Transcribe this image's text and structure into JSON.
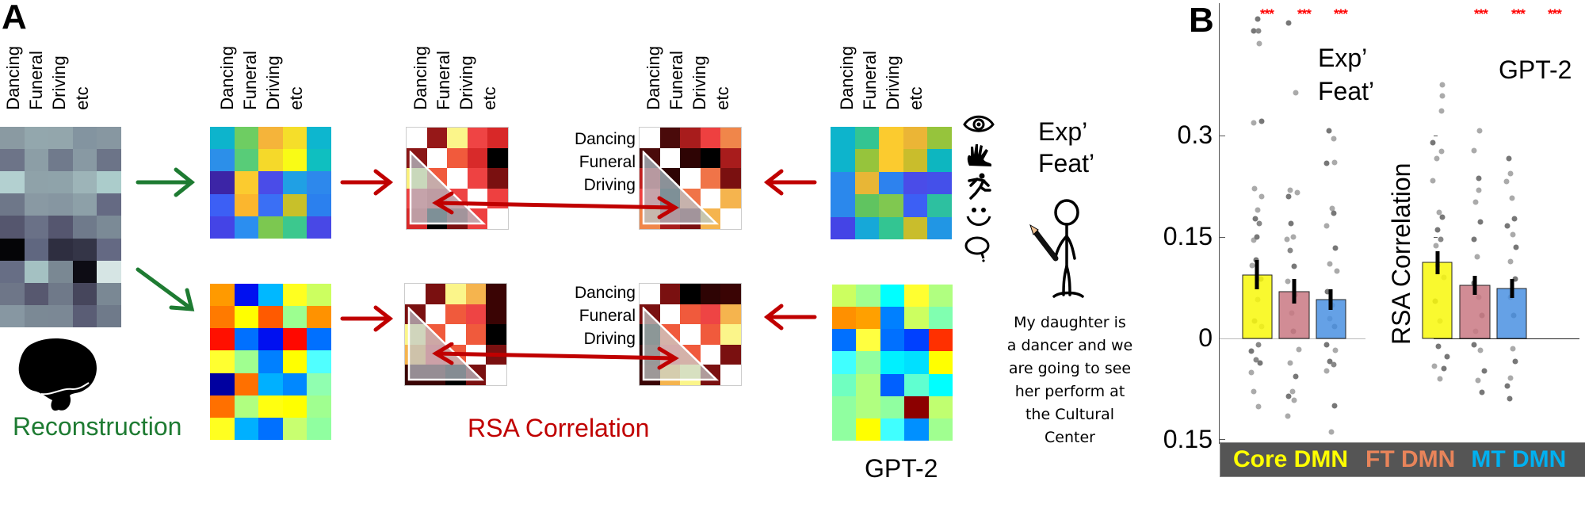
{
  "panel_a": {
    "letter": "A",
    "condition_labels": [
      "Dancing",
      "Funeral",
      "Driving",
      "etc"
    ],
    "row_labels": [
      "Dancing",
      "Funeral",
      "Driving"
    ],
    "reconstruction_label": "Reconstruction",
    "rsa_label": "RSA Correlation",
    "expfeat_label_line1": "Exp’",
    "expfeat_label_line2": "Feat’",
    "gpt2_label": "GPT-2",
    "sentence": [
      "My daughter is",
      "a dancer and we",
      "are going to see",
      "her perform at",
      "the Cultural",
      "Center"
    ],
    "icons": [
      "eye-icon",
      "hand-icon",
      "running-person-icon",
      "smiley-icon",
      "thought-bubble-icon"
    ],
    "colors": {
      "green_arrow": "#1e7b32",
      "red_arrow": "#c00000",
      "reconstruction_text": "#1e7b32",
      "rsa_text": "#c00000"
    }
  },
  "panel_b": {
    "letter": "B",
    "ylabel": "RSA Correlation",
    "yticks": [
      "0.3",
      "0.15",
      "0",
      "0.15"
    ],
    "subplot_titles": [
      [
        "Exp’",
        "Feat’"
      ],
      [
        "GPT-2"
      ]
    ],
    "significance": "***",
    "legend": [
      {
        "label": "Core DMN",
        "color": "#ffff00"
      },
      {
        "label": "FT DMN",
        "color": "#e8845a"
      },
      {
        "label": "MT DMN",
        "color": "#00b0f0"
      }
    ]
  },
  "chart_data": {
    "type": "bar",
    "title": "RSA correlation between DMN reconstructions and model RDMs",
    "categories": [
      "Core DMN",
      "FT DMN",
      "MT DMN"
    ],
    "series": [
      {
        "name": "Exp' Feat'",
        "values": [
          0.094,
          0.069,
          0.057
        ],
        "colors": [
          "#ffff00",
          "#c97882",
          "#4a90e2"
        ],
        "significance": [
          "***",
          "***",
          "***"
        ]
      },
      {
        "name": "GPT-2",
        "values": [
          0.112,
          0.079,
          0.074
        ],
        "colors": [
          "#ffff00",
          "#c97882",
          "#4a90e2"
        ],
        "significance": [
          "***",
          "***",
          "***"
        ]
      }
    ],
    "xlabel": "",
    "ylabel": "RSA Correlation",
    "ylim": [
      -0.15,
      0.45
    ],
    "yticks": [
      -0.15,
      0,
      0.15,
      0.3
    ],
    "legend_position": "bottom",
    "grid": false,
    "notes": "Individual subject points shown as gray jittered dots; black error bars on each bar"
  }
}
